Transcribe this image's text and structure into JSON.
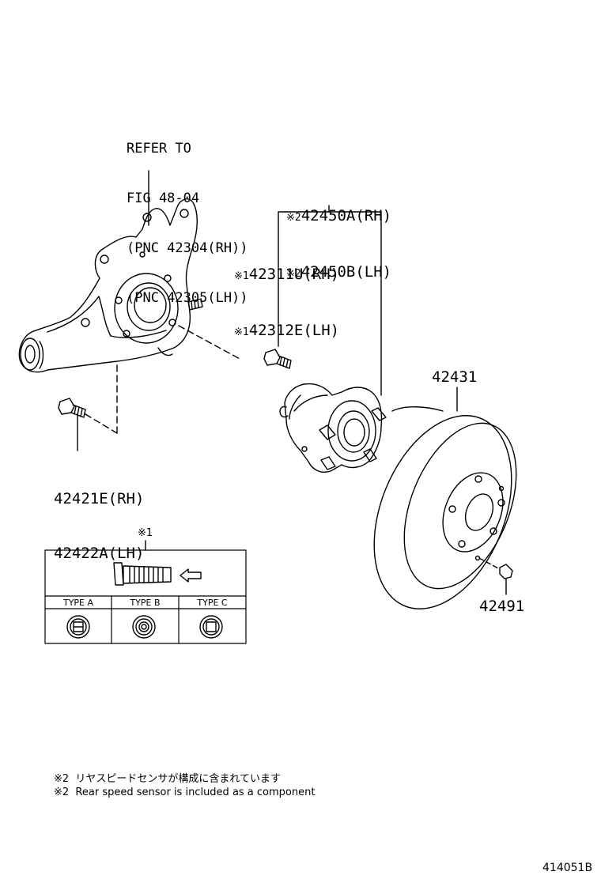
{
  "labels": {
    "refer_1": "REFER TO",
    "refer_2": "FIG 48-04",
    "refer_3": "(PNC 42304(RH))",
    "refer_4": "(PNC 42305(LH))",
    "hub_rh_mark": "※2",
    "hub_rh": "42450A(RH)",
    "hub_lh_mark": "※2",
    "hub_lh": "42450B(LH)",
    "bolt_rh_mark": "※1",
    "bolt_rh": "42311U(RH)",
    "bolt_lh_mark": "※1",
    "bolt_lh": "42312E(LH)",
    "disc": "42431",
    "knuckle_bolt_rh": "42421E(RH)",
    "knuckle_bolt_lh": "42422A(LH)",
    "plug": "42491"
  },
  "inset": {
    "title": "※1",
    "types": [
      "TYPE A",
      "TYPE B",
      "TYPE C"
    ]
  },
  "notes": {
    "jp": "※2  リヤスピードセンサが構成に含まれています",
    "en": "※2  Rear speed sensor is included as a component"
  },
  "figure_id": "414051B"
}
